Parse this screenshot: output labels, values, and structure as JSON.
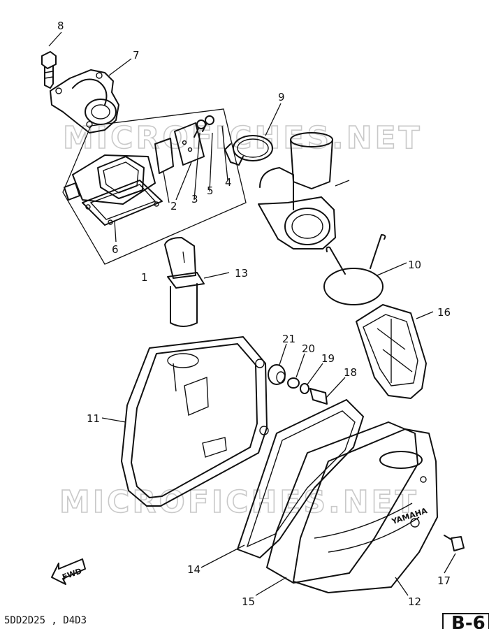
{
  "watermark": "MICROFICHES.NET",
  "fwd_label": "FWD",
  "brand_label": "YAMAHA",
  "footer_code": "5DD2D25 , D4D3",
  "corner_label": "B-6",
  "callouts": [
    "1",
    "2",
    "3",
    "4",
    "5",
    "6",
    "7",
    "8",
    "9",
    "10",
    "11",
    "12",
    "13",
    "14",
    "15",
    "16",
    "17",
    "18",
    "19",
    "20",
    "21"
  ]
}
